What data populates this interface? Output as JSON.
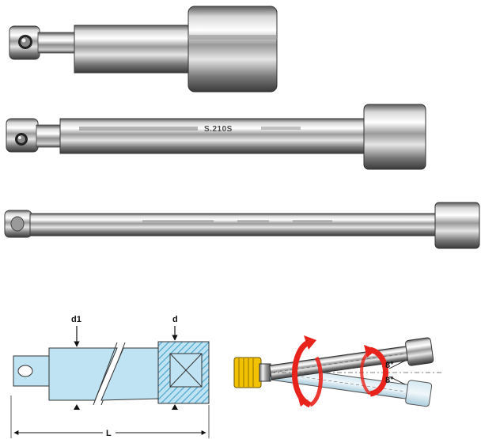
{
  "product_photo": {
    "extensions": [
      {
        "marking": ""
      },
      {
        "marking": "S.210S"
      },
      {
        "marking": ""
      }
    ]
  },
  "dimension_drawing": {
    "label_d1": "d1",
    "label_d": "d",
    "label_length": "L"
  },
  "wobble_diagram": {
    "angle_top": "8°",
    "angle_bottom": "8°"
  },
  "colors": {
    "drawing_fill": "#bfe3f2",
    "hatch": "#4aa6cf",
    "rotation_arrow": "#e8231c",
    "ratchet_yellow": "#f2c200"
  }
}
